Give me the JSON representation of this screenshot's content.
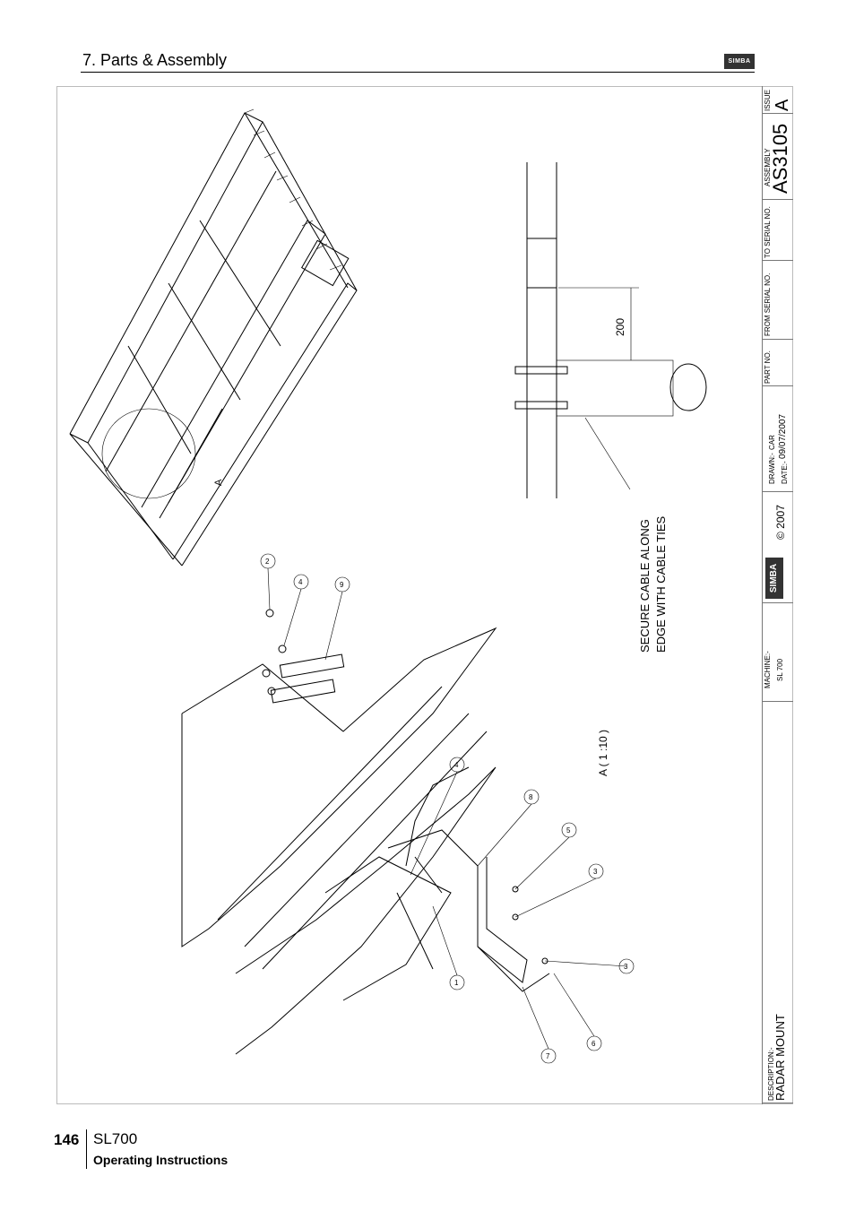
{
  "header": {
    "section_title": "7. Parts & Assembly",
    "logo_text": "SIMBA"
  },
  "drawing": {
    "callouts": [
      "2",
      "4",
      "9",
      "4",
      "8",
      "5",
      "3",
      "3",
      "1",
      "6",
      "7"
    ],
    "detail_label": "A",
    "detail_scale": "A ( 1 :10 )",
    "dimension": "200",
    "note_line1": "SECURE CABLE ALONG",
    "note_line2": "EDGE WITH CABLE TIES"
  },
  "title_block": {
    "issue_label": "ISSUE",
    "issue_value": "A",
    "assembly_label": "ASSEMBLY",
    "assembly_value": "AS3105",
    "to_serial_label": "TO SERIAL NO.",
    "from_serial_label": "FROM SERIAL NO.",
    "part_no_label": "PART NO.",
    "drawn_label": "DRAWN:-",
    "drawn_value": "CAR",
    "date_label": "DATE:-",
    "date_value": "09/07/2007",
    "logo_text": "SIMBA",
    "copyright": "© 2007",
    "machine_label": "MACHINE:-",
    "machine_value": "SL 700",
    "description_label": "DESCRIPTION:-",
    "description_value": "RADAR MOUNT"
  },
  "footer": {
    "page_number": "146",
    "model": "SL700",
    "subtitle": "Operating Instructions"
  }
}
